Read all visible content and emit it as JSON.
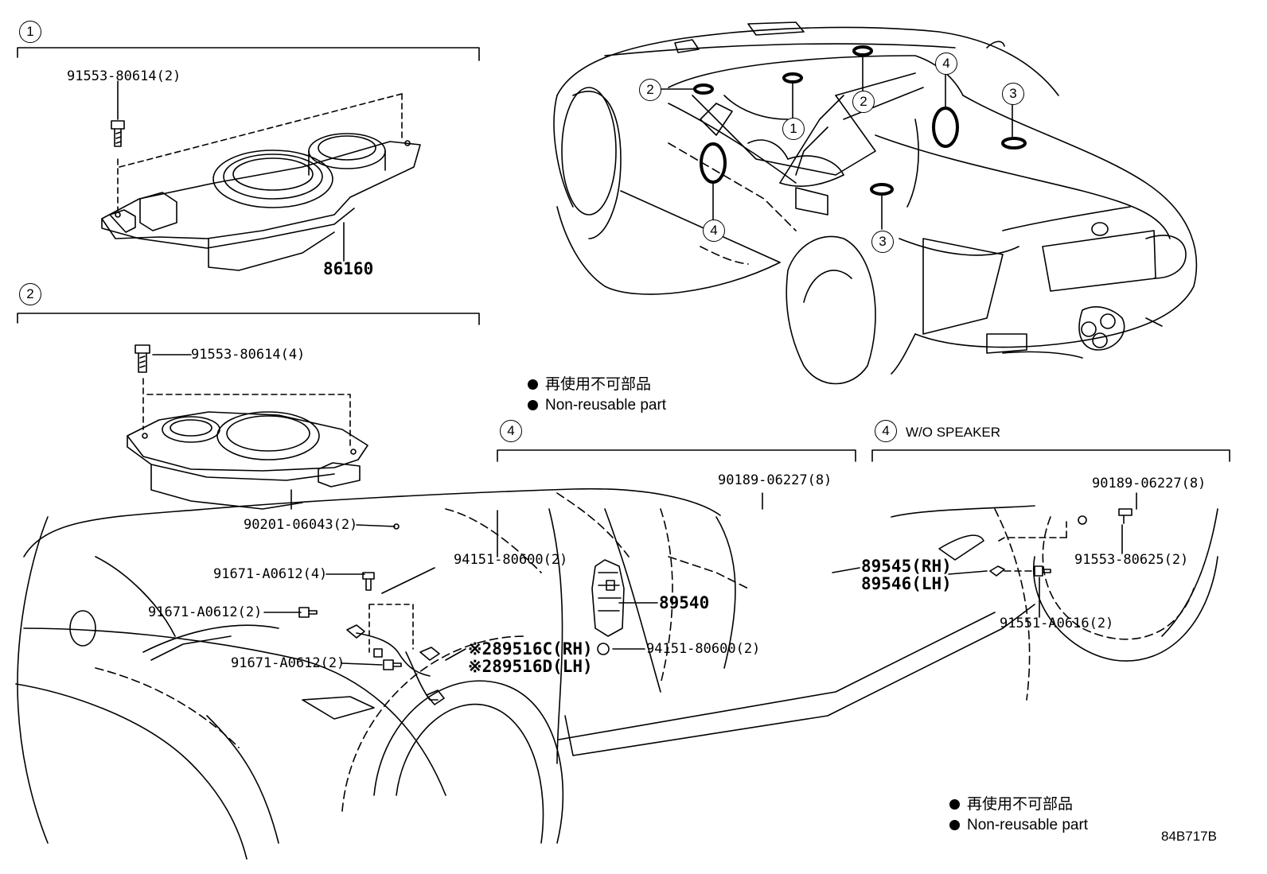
{
  "sections": {
    "s1": {
      "number": "1",
      "bolt": "91553-80614(2)",
      "part": "86160"
    },
    "s2": {
      "number": "2",
      "bolt": "91553-80614(4)",
      "nut": "90201-06043(2)"
    },
    "s4a": {
      "number": "4",
      "screw": "90189-06227(8)",
      "clip": "94151-80600(2)",
      "part": "89540",
      "clip2": "94151-80600(2)"
    },
    "s4b": {
      "number": "4",
      "title": "W/O SPEAKER",
      "screw": "90189-06227(8)",
      "screw2": "91553-80625(2)",
      "rh": "89545(RH)",
      "lh": "89546(LH)",
      "bolt": "91551-A0616(2)"
    }
  },
  "front": {
    "bolt1": "91671-A0612(4)",
    "bolt2": "91671-A0612(2)",
    "bolt3": "91671-A0612(2)",
    "prefix": "※2",
    "sensor_rh": "89516C(RH)",
    "sensor_lh": "89516D(LH)"
  },
  "car_callouts": [
    "2",
    "1",
    "2",
    "4",
    "3",
    "4",
    "3"
  ],
  "legend": {
    "jp": "再使用不可部品",
    "en": "Non-reusable part"
  },
  "drawing_code": "84B717B"
}
